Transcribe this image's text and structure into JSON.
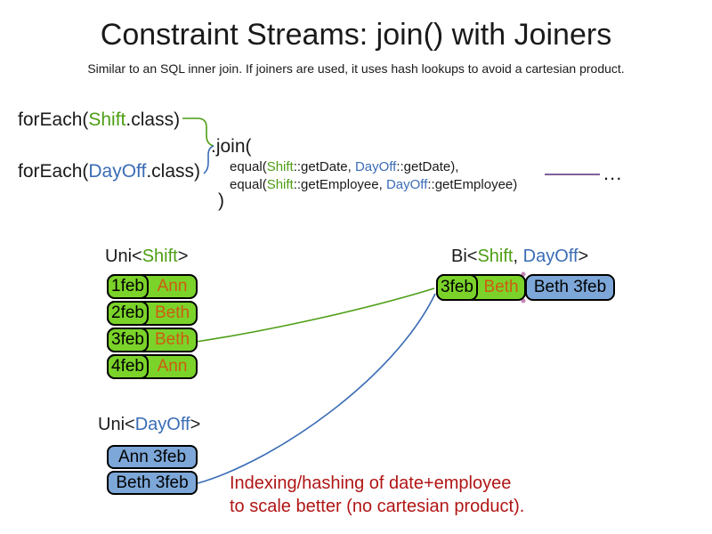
{
  "slide": {
    "title": "Constraint Streams: join() with Joiners",
    "subtitle": "Similar to an SQL inner join. If joiners are used, it uses hash lookups to avoid a cartesian product."
  },
  "code": {
    "foreach_shift": {
      "prefix": "forEach(",
      "class_name": "Shift",
      "suffix": ".class)"
    },
    "foreach_dayoff": {
      "prefix": "forEach(",
      "class_name": "DayOff",
      "suffix": ".class)"
    },
    "join_open": ".join(",
    "joiner1": {
      "prefix": "equal(",
      "shift": "Shift",
      "mid": "::getDate, ",
      "dayoff": "DayOff",
      "suffix": "::getDate),"
    },
    "joiner2": {
      "prefix": "equal(",
      "shift": "Shift",
      "mid": "::getEmployee, ",
      "dayoff": "DayOff",
      "suffix": "::getEmployee)"
    },
    "join_close": ")",
    "ellipsis": "..."
  },
  "uni_shift": {
    "label": {
      "prefix": "Uni<",
      "type": "Shift",
      "suffix": ">"
    },
    "rows": [
      {
        "date": "1feb",
        "name": "Ann"
      },
      {
        "date": "2feb",
        "name": "Beth"
      },
      {
        "date": "3feb",
        "name": "Beth"
      },
      {
        "date": "4feb",
        "name": "Ann"
      }
    ]
  },
  "bi": {
    "label": {
      "prefix": "Bi<",
      "type1": "Shift",
      "sep": ", ",
      "type2": "DayOff",
      "suffix": ">"
    },
    "row": {
      "shift_date": "3feb",
      "shift_name": "Beth",
      "dayoff_value": "Beth 3feb"
    }
  },
  "uni_dayoff": {
    "label": {
      "prefix": "Uni<",
      "type": "DayOff",
      "suffix": ">"
    },
    "rows": [
      {
        "value": "Ann 3feb"
      },
      {
        "value": "Beth 3feb"
      }
    ]
  },
  "annotation": {
    "line1": "Indexing/hashing of date+employee",
    "line2": "to scale better (no cartesian product)."
  },
  "colors": {
    "shift_text_green": "#4d9e14",
    "dayoff_text_blue": "#3a6cb5",
    "employee_text_orange": "#ce5c10",
    "annotation_red": "#b11515",
    "shift_fill_green": "#7bd32a",
    "dayoff_fill_blue": "#7da7d8",
    "abstract_line_purple": "#80609a",
    "junction_dot_pink": "#c687b4"
  }
}
